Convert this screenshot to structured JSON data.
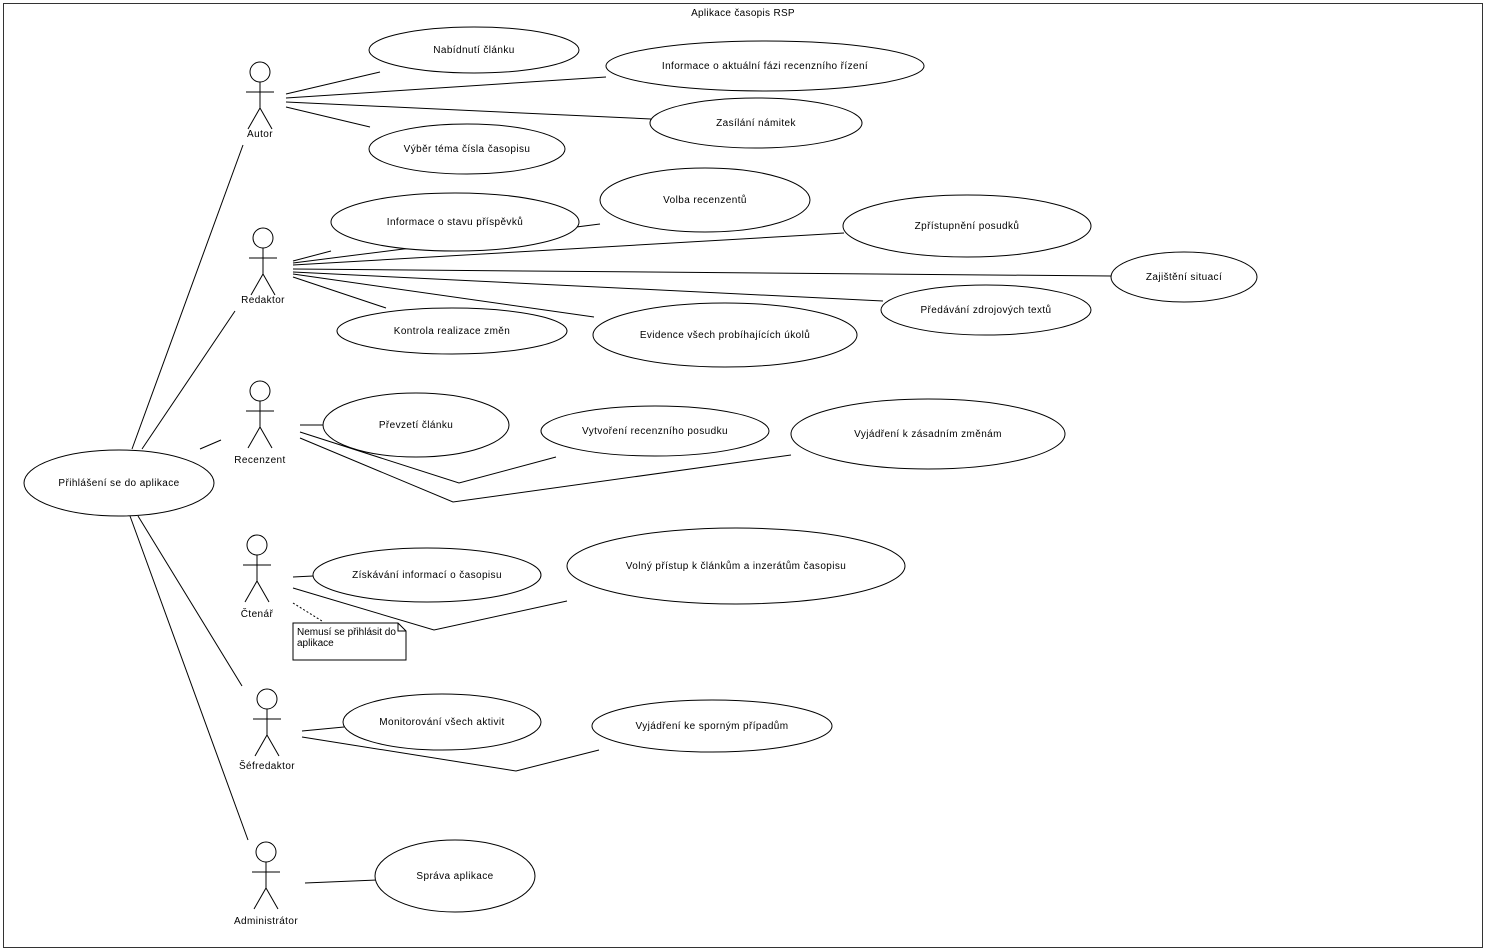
{
  "diagram": {
    "title": "Aplikace časopis RSP",
    "actors": {
      "autor": "Autor",
      "redaktor": "Redaktor",
      "recenzent": "Recenzent",
      "ctenar": "Čtenář",
      "sefredaktor": "Šéfredaktor",
      "administrator": "Administrátor"
    },
    "use_cases": {
      "login": "Přihlášení se do aplikace",
      "nabidnuti": "Nabídnutí článku",
      "informace_faze": "Informace o aktuální fázi recenzního řízení",
      "zasilani": "Zasílání námitek",
      "vyber_tema": "Výběr téma čísla časopisu",
      "volba": "Volba recenzentů",
      "info_stavu": "Informace o stavu příspěvků",
      "zpristupneni": "Zpřístupnění posudků",
      "zajisteni": "Zajištění situací",
      "predavani": "Předávání zdrojových textů",
      "kontrola": "Kontrola realizace změn",
      "evidence": "Evidence všech probíhajících úkolů",
      "prevzeti": "Převzetí článku",
      "vytvoreni": "Vytvoření recenzního posudku",
      "vyjadreni_zasadni": "Vyjádření k zásadním změnám",
      "ziskavani": "Získávání informací o časopisu",
      "volny": "Volný přístup k článkům a inzerátům časopisu",
      "monitorovani": "Monitorování všech aktivit",
      "vyjadreni_spornym": "Vyjádření ke sporným případům",
      "sprava": "Správa aplikace"
    },
    "note": {
      "line1": "Nemusí se přihlásit do",
      "line2": "aplikace"
    }
  }
}
